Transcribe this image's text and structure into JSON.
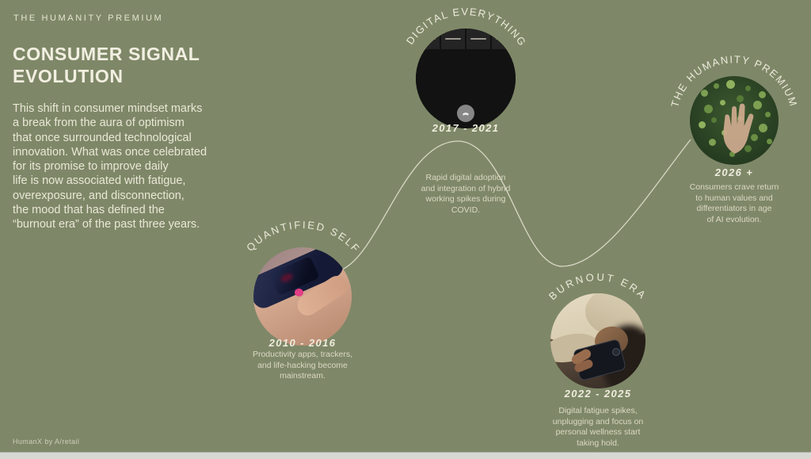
{
  "slide": {
    "eyebrow": "THE HUMANITY PREMIUM",
    "title": "CONSUMER SIGNAL\nEVOLUTION",
    "body": "This shift in consumer mindset marks\na break from the aura of optimism\nthat once surrounded technological\ninnovation. What was once celebrated\nfor its promise to improve daily\nlife is now associated with fatigue,\noverexposure, and disconnection,\nthe mood that has defined the\n“burnout era” of the past three years.",
    "footer": "HumanX by A/retail",
    "colors": {
      "background": "#7e8868",
      "text_cream": "#efecdd",
      "timeline_line": "#e9e5d6"
    }
  },
  "milestones": [
    {
      "label": "QUANTIFIED SELF",
      "years": "2010 - 2016",
      "caption": "Productivity apps, trackers,\nand life-hacking become\nmainstream.",
      "photo_alt": "finger tapping a wrist fitness tracker"
    },
    {
      "label": "DIGITAL EVERYTHING",
      "years": "2017 - 2021",
      "caption": "Rapid digital adoption\nand integration of hybrid\nworking spikes during\nCOVID.",
      "photo_alt": "video conference call grid with hang-up button"
    },
    {
      "label": "BURNOUT ERA",
      "years": "2022 - 2025",
      "caption": "Digital fatigue spikes,\nunplugging and focus on\npersonal wellness start\ntaking hold.",
      "photo_alt": "person lying in bed looking at phone"
    },
    {
      "label": "THE HUMANITY PREMIUM",
      "years": "2026 +",
      "caption": "Consumers crave return\nto human values and\ndifferentiators in age\nof AI evolution.",
      "photo_alt": "hand touching green fern leaves"
    }
  ]
}
